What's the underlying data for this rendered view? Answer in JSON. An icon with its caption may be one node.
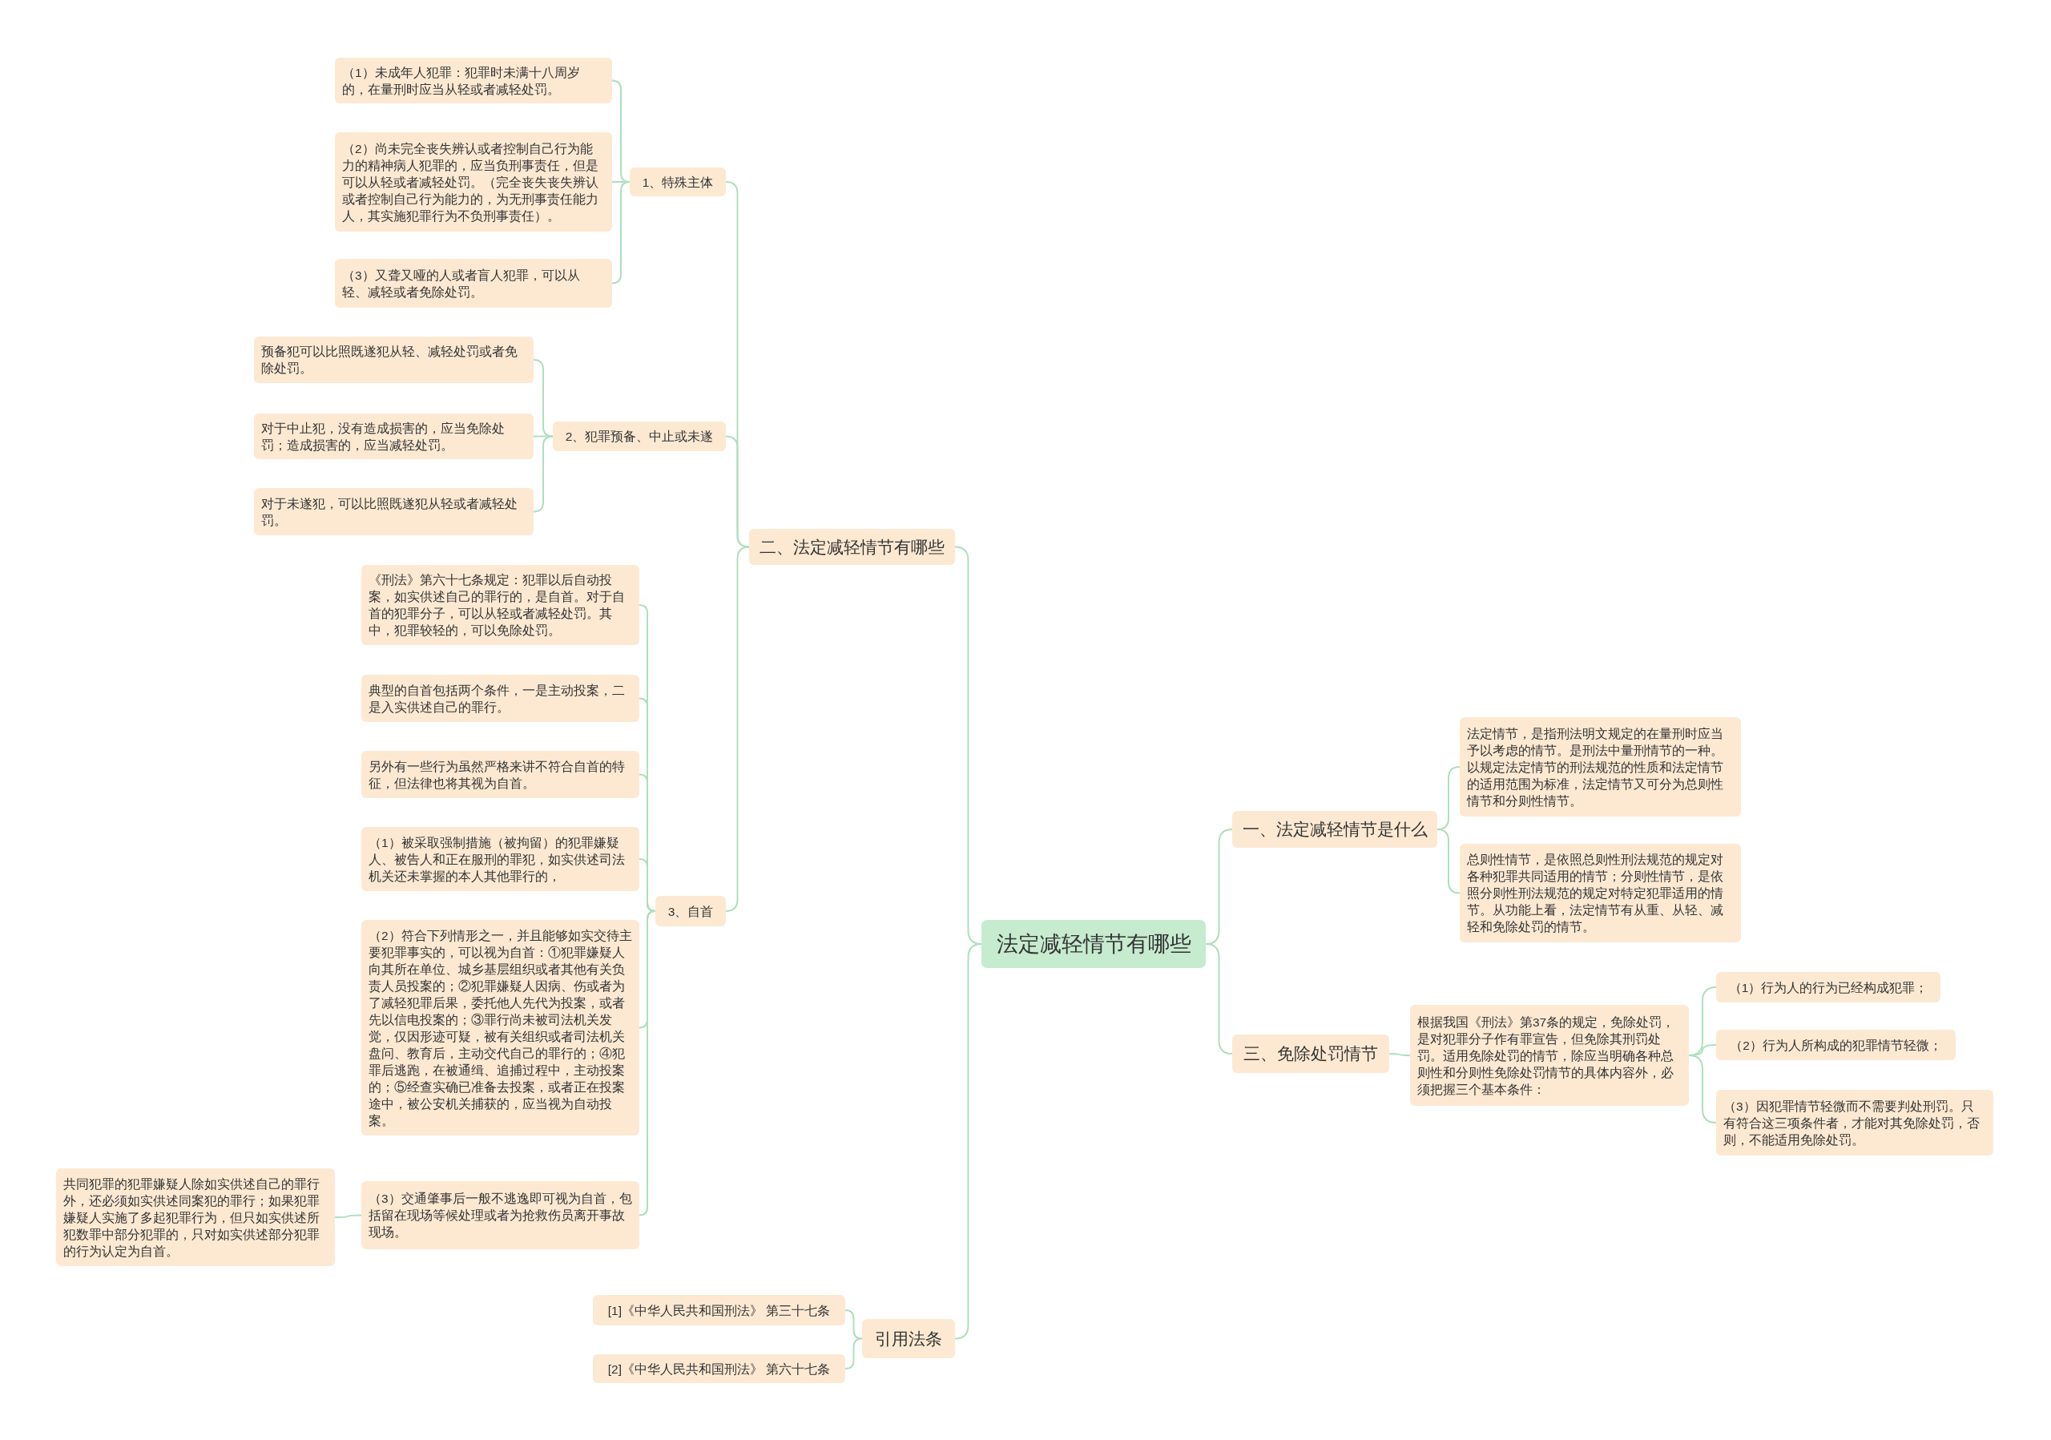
{
  "diagram": {
    "nodes": [
      {
        "text": [
          "法定减轻情节有哪些"
        ]
      },
      {
        "text": [
          "一、法定减轻情节是什么"
        ]
      },
      {
        "text": [
          "法定情节，是指刑法明文规定的在量刑时应当予以考虑的情节。是刑法中量刑情节的一种。以规定法定情节的刑法规范的性质和法定情节的适用范围为标准，法定情节又可分为总则性情节和分则性情节。"
        ]
      },
      {
        "text": [
          "总则性情节，是依照总则性刑法规范的规定对各种犯罪共同适用的情节；分则性情节，是依照分则性刑法规范的规定对特定犯罪适用的情节。从功能上看，法定情节有从重、从轻、减轻和免除处罚的情节。"
        ]
      },
      {
        "text": [
          "二、法定减轻情节有哪些"
        ]
      },
      {
        "text": [
          "1、特殊主体"
        ]
      },
      {
        "text": [
          "（1）未成年人犯罪：犯罪时未满十八周岁的，在量刑时应当从轻或者减轻处罚。"
        ]
      },
      {
        "text": [
          "（2）尚未完全丧失辨认或者控制自己行为能力的精神病人犯罪的，应当负刑事责任，但是可以从轻或者减轻处罚。（完全丧失丧失辨认或者控制自己行为能力的，为无刑事责任能力人，其实施犯罪行为不负刑事责任）。"
        ]
      },
      {
        "text": [
          "（3）又聋又哑的人或者盲人犯罪，可以从轻、减轻或者免除处罚。"
        ]
      },
      {
        "text": [
          "2、犯罪预备、中止或未遂"
        ]
      },
      {
        "text": [
          "预备犯可以比照既遂犯从轻、减轻处罚或者免除处罚。"
        ]
      },
      {
        "text": [
          "对于中止犯，没有造成损害的，应当免除处罚；造成损害的，应当减轻处罚。"
        ]
      },
      {
        "text": [
          "对于未遂犯，可以比照既遂犯从轻或者减轻处罚。"
        ]
      },
      {
        "text": [
          "3、自首"
        ]
      },
      {
        "text": [
          "《刑法》第六十七条规定：犯罪以后自动投案，如实供述自己的罪行的，是自首。对于自首的犯罪分子，可以从轻或者减轻处罚。其中，犯罪较轻的，可以免除处罚。"
        ]
      },
      {
        "text": [
          "典型的自首包括两个条件，一是主动投案，二是入实供述自己的罪行。"
        ]
      },
      {
        "text": [
          "另外有一些行为虽然严格来讲不符合自首的特征，但法律也将其视为自首。"
        ]
      },
      {
        "text": [
          "（1）被采取强制措施（被拘留）的犯罪嫌疑人、被告人和正在服刑的罪犯，如实供述司法机关还未掌握的本人其他罪行的，"
        ]
      },
      {
        "text": [
          "（2）符合下列情形之一，并且能够如实交待主要犯罪事实的，可以视为自首：①犯罪嫌疑人向其所在单位、城乡基层组织或者其他有关负责人员投案的；②犯罪嫌疑人因病、伤或者为了减轻犯罪后果，委托他人先代为投案，或者先以信电投案的；③罪行尚未被司法机关发觉，仅因形迹可疑，被有关组织或者司法机关盘问、教育后，主动交代自己的罪行的；④犯罪后逃跑，在被通缉、追捕过程中，主动投案的；⑤经查实确已准备去投案，或者正在投案途中，被公安机关捕获的，应当视为自动投案。"
        ]
      },
      {
        "text": [
          "（3）交通肇事后一般不逃逸即可视为自首，包括留在现场等候处理或者为抢救伤员离开事故现场。"
        ]
      },
      {
        "text": [
          "共同犯罪的犯罪嫌疑人除如实供述自己的罪行外，还必须如实供述同案犯的罪行；如果犯罪嫌疑人实施了多起犯罪行为，但只如实供述所犯数罪中部分犯罪的，只对如实供述部分犯罪的行为认定为自首。"
        ]
      },
      {
        "text": [
          "三、免除处罚情节"
        ]
      },
      {
        "text": [
          "根据我国《刑法》第37条的规定，免除处罚，是对犯罪分子作有罪宣告，但免除其刑罚处罚。适用免除处罚的情节，除应当明确各种总则性和分则性免除处罚情节的具体内容外，必须把握三个基本条件："
        ]
      },
      {
        "text": [
          "（1）行为人的行为已经构成犯罪；"
        ]
      },
      {
        "text": [
          "（2）行为人所构成的犯罪情节轻微；"
        ]
      },
      {
        "text": [
          "（3）因犯罪情节轻微而不需要判处刑罚。只有符合这三项条件者，才能对其免除处罚，否则，不能适用免除处罚。"
        ]
      },
      {
        "text": [
          "引用法条"
        ]
      },
      {
        "text": [
          "[1]《中华人民共和国刑法》 第三十七条"
        ]
      },
      {
        "text": [
          "[2]《中华人民共和国刑法》 第六十七条"
        ]
      }
    ],
    "edges": [
      {
        "from": 0,
        "to": 1,
        "arrow": "none"
      },
      {
        "from": 1,
        "to": 2,
        "arrow": "none"
      },
      {
        "from": 1,
        "to": 3,
        "arrow": "none"
      },
      {
        "from": 0,
        "to": 4,
        "arrow": "none"
      },
      {
        "from": 4,
        "to": 5,
        "arrow": "none"
      },
      {
        "from": 5,
        "to": 6,
        "arrow": "none"
      },
      {
        "from": 5,
        "to": 7,
        "arrow": "none"
      },
      {
        "from": 5,
        "to": 8,
        "arrow": "none"
      },
      {
        "from": 4,
        "to": 9,
        "arrow": "none"
      },
      {
        "from": 9,
        "to": 10,
        "arrow": "none"
      },
      {
        "from": 9,
        "to": 11,
        "arrow": "none"
      },
      {
        "from": 9,
        "to": 12,
        "arrow": "none"
      },
      {
        "from": 4,
        "to": 13,
        "arrow": "none"
      },
      {
        "from": 13,
        "to": 14,
        "arrow": "none"
      },
      {
        "from": 13,
        "to": 15,
        "arrow": "none"
      },
      {
        "from": 13,
        "to": 16,
        "arrow": "none"
      },
      {
        "from": 13,
        "to": 17,
        "arrow": "none"
      },
      {
        "from": 13,
        "to": 18,
        "arrow": "none"
      },
      {
        "from": 13,
        "to": 19,
        "arrow": "none"
      },
      {
        "from": 19,
        "to": 20,
        "arrow": "none"
      },
      {
        "from": 0,
        "to": 21,
        "arrow": "none"
      },
      {
        "from": 21,
        "to": 22,
        "arrow": "none"
      },
      {
        "from": 22,
        "to": 23,
        "arrow": "none"
      },
      {
        "from": 22,
        "to": 24,
        "arrow": "none"
      },
      {
        "from": 22,
        "to": 25,
        "arrow": "none"
      },
      {
        "from": 0,
        "to": 26,
        "arrow": "none"
      },
      {
        "from": 26,
        "to": 27,
        "arrow": "none"
      },
      {
        "from": 26,
        "to": 28,
        "arrow": "none"
      }
    ]
  }
}
